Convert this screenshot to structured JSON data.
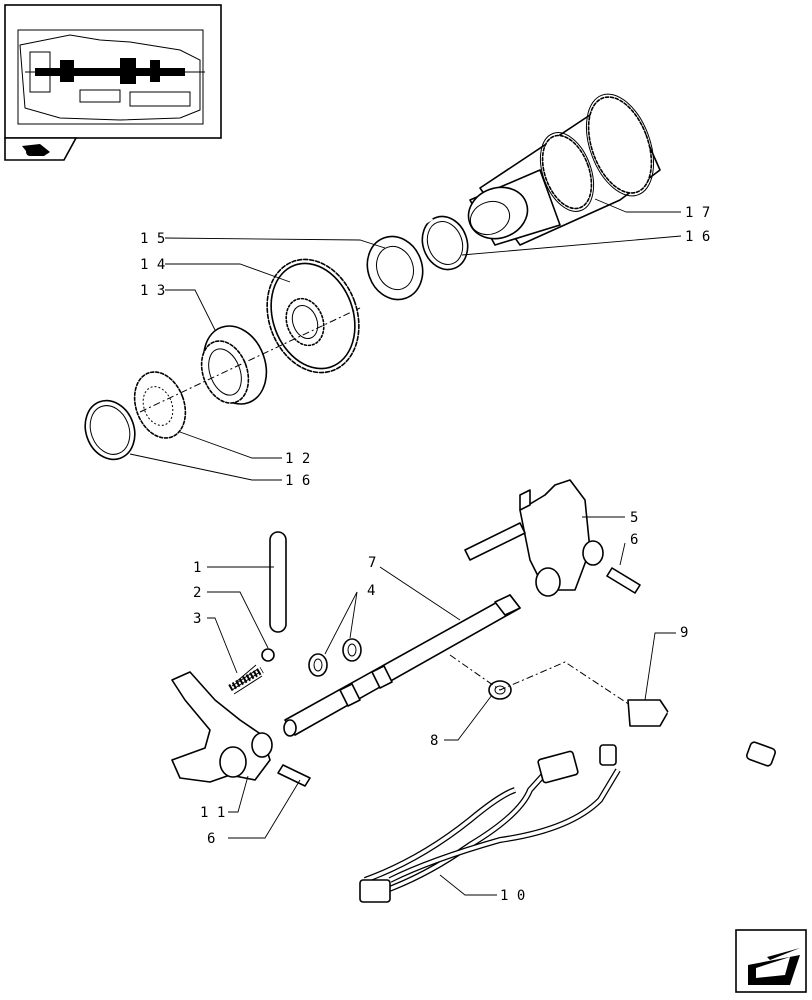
{
  "callouts": [
    {
      "id": "c1",
      "label": "1"
    },
    {
      "id": "c2",
      "label": "2"
    },
    {
      "id": "c3",
      "label": "3"
    },
    {
      "id": "c4",
      "label": "4"
    },
    {
      "id": "c5",
      "label": "5"
    },
    {
      "id": "c6a",
      "label": "6"
    },
    {
      "id": "c6b",
      "label": "6"
    },
    {
      "id": "c7",
      "label": "7"
    },
    {
      "id": "c8",
      "label": "8"
    },
    {
      "id": "c9",
      "label": "9"
    },
    {
      "id": "c10",
      "label": "1 0"
    },
    {
      "id": "c11",
      "label": "1 1"
    },
    {
      "id": "c12",
      "label": "1 2"
    },
    {
      "id": "c13",
      "label": "1 3"
    },
    {
      "id": "c14",
      "label": "1 4"
    },
    {
      "id": "c15",
      "label": "1 5"
    },
    {
      "id": "c16a",
      "label": "1 6"
    },
    {
      "id": "c16b",
      "label": "1 6"
    },
    {
      "id": "c17",
      "label": "1 7"
    }
  ],
  "icons": {
    "thumbnail": "transmission-section-thumbnail",
    "tab": "tractor-tab-icon",
    "nav": "next-page-arrow-icon"
  }
}
